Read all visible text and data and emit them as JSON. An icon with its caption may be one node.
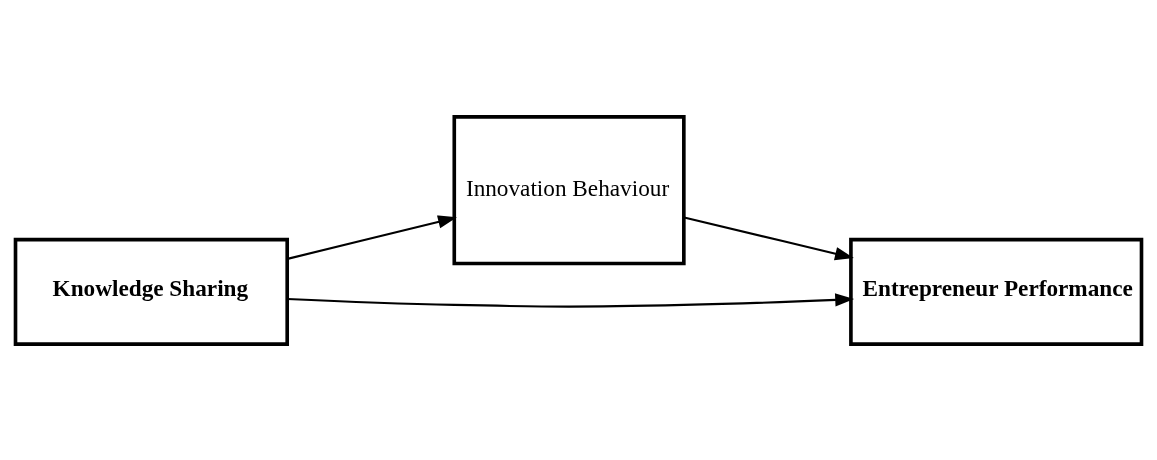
{
  "diagram": {
    "nodes": [
      {
        "text": [
          "Knowledge Sharing"
        ]
      },
      {
        "text": [
          "Innovation Behaviour"
        ]
      },
      {
        "text": [
          "Entrepreneur Performance"
        ]
      }
    ],
    "edges": [
      {
        "from": 0,
        "to": 1,
        "arrow": "to"
      },
      {
        "from": 1,
        "to": 2,
        "arrow": "to"
      },
      {
        "from": 0,
        "to": 2,
        "arrow": "to"
      }
    ]
  }
}
